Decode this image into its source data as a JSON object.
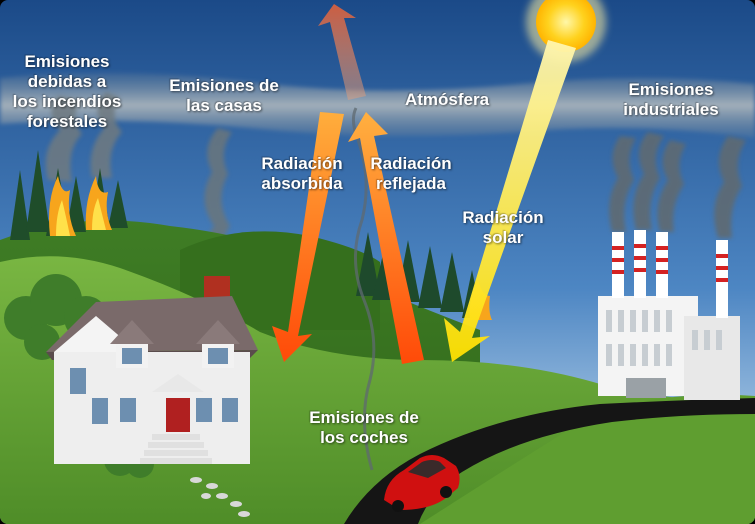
{
  "labels": {
    "forest_fires": [
      "Emisiones",
      "debidas a",
      "los incendios",
      "forestales"
    ],
    "houses": [
      "Emisiones de",
      "las casas"
    ],
    "atmosphere": "Atmósfera",
    "industrial": [
      "Emisiones",
      "industriales"
    ],
    "absorbed": [
      "Radiación",
      "absorbida"
    ],
    "reflected": [
      "Radiación",
      "reflejada"
    ],
    "solar": [
      "Radiación",
      "solar"
    ],
    "cars": [
      "Emisiones de",
      "los coches"
    ]
  },
  "colors": {
    "sky_top": "#1d4f8f",
    "sky_bottom": "#cfe3f3",
    "atmosphere_band": "#8c9aa6",
    "hills": "#4d8a2c",
    "grass": "#6ba83a",
    "road": "#141414",
    "sun": "#ffd21e",
    "arrow_absorbed": "#ff5a10",
    "arrow_reflected": "#ff8a10",
    "arrow_solar": "#ffe640",
    "car": "#d01010",
    "house_wall": "#eeeeee",
    "roof": "#7a6a6a"
  },
  "icons": {
    "sun": "sun-icon",
    "house": "house-icon",
    "factory": "factory-icon",
    "car": "car-icon",
    "fire": "fire-icon"
  }
}
